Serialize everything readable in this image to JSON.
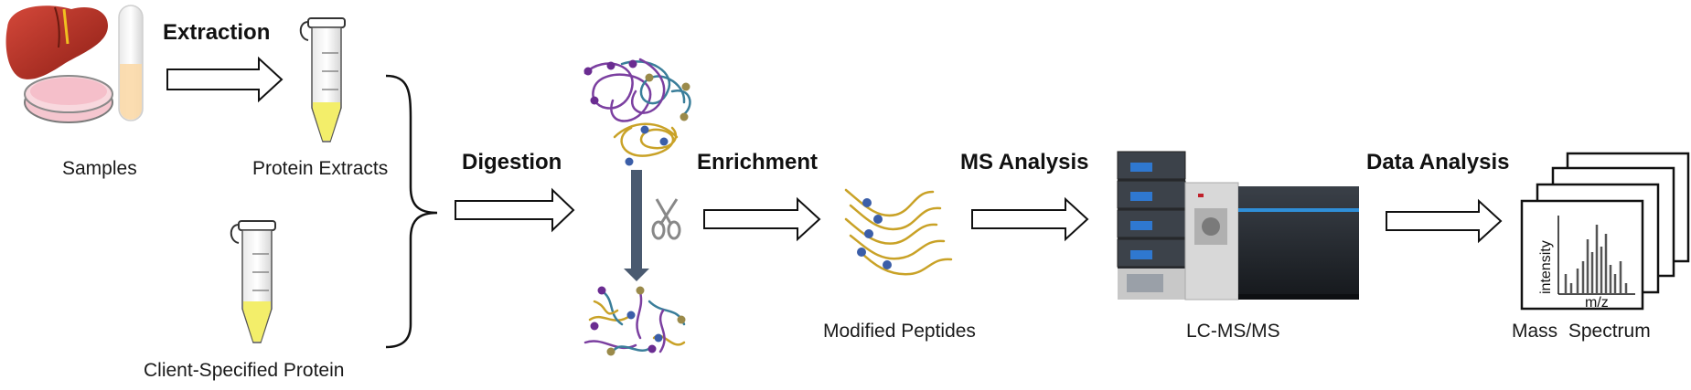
{
  "steps": {
    "extraction": "Extraction",
    "digestion": "Digestion",
    "enrichment": "Enrichment",
    "ms_analysis": "MS Analysis",
    "data_analysis": "Data Analysis"
  },
  "labels": {
    "samples": "Samples",
    "protein_extracts": "Protein Extracts",
    "client_protein": "Client-Specified Protein",
    "modified_peptides": "Modified Peptides",
    "lcms": "LC-MS/MS",
    "mass_spectrum": "Mass  Spectrum"
  },
  "spectrum_axes": {
    "ylabel": "intensity",
    "xlabel": "m/z"
  },
  "colors": {
    "protein_purple": "#7b3fa0",
    "protein_teal": "#3a7e9a",
    "protein_gold": "#c9a227",
    "modification_blue": "#3b5ea8",
    "modification_purple": "#6a2c91",
    "modification_olive": "#9a8a4a",
    "arrow_dark": "#4a5a70",
    "liquid_yellow": "#f3ee6a"
  },
  "icons": [
    "liver-icon",
    "petri-dish-icon",
    "test-tube-icon",
    "eppendorf-tube-icon",
    "scissors-icon",
    "lcms-instrument-icon",
    "spectrum-icon"
  ]
}
